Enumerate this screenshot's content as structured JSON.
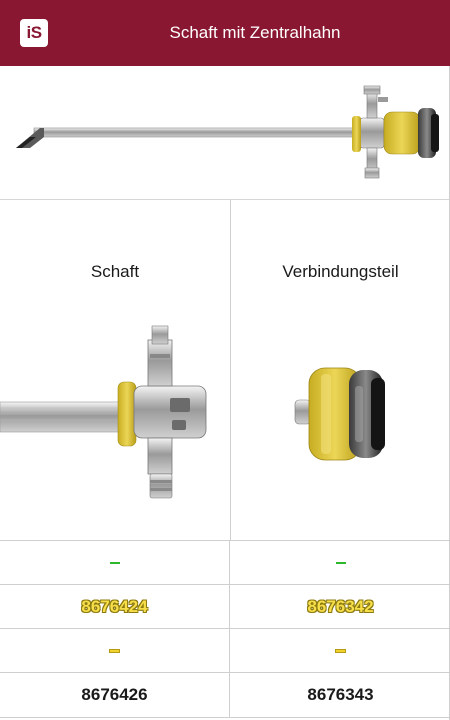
{
  "header": {
    "logo_text": "iS",
    "title": "Schaft mit Zentralhahn",
    "background": "#8a1731"
  },
  "parts": {
    "left_label": "Schaft",
    "right_label": "Verbindungsteil"
  },
  "table": {
    "rows": [
      {
        "type": "dash",
        "color": "#2eb82e",
        "left": "–",
        "right": "–"
      },
      {
        "type": "number-yellow",
        "left": "8676424",
        "right": "8676342"
      },
      {
        "type": "dash",
        "color": "#f2d22c",
        "left": "–",
        "right": "–"
      },
      {
        "type": "number-black",
        "left": "8676426",
        "right": "8676343"
      }
    ]
  },
  "colors": {
    "accent": "#8a1731",
    "yellow_part": "#e2c83a",
    "green_marker": "#2eb82e"
  }
}
